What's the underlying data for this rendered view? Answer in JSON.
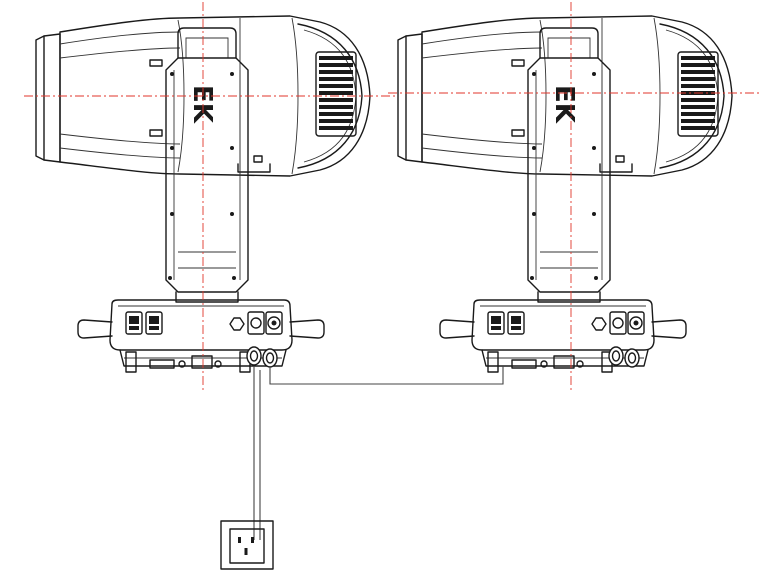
{
  "fixtures": [
    {
      "name": "fixture-left",
      "logo": "EK"
    },
    {
      "name": "fixture-right",
      "logo": "EK"
    }
  ],
  "colors": {
    "line": "#1a1a1a",
    "axis": "#e0352b",
    "cable": "#444444"
  },
  "icons": {
    "power_outlet": "power-outlet-icon",
    "connector_in": "power-in-connector-icon",
    "connector_out": "power-out-connector-icon"
  }
}
